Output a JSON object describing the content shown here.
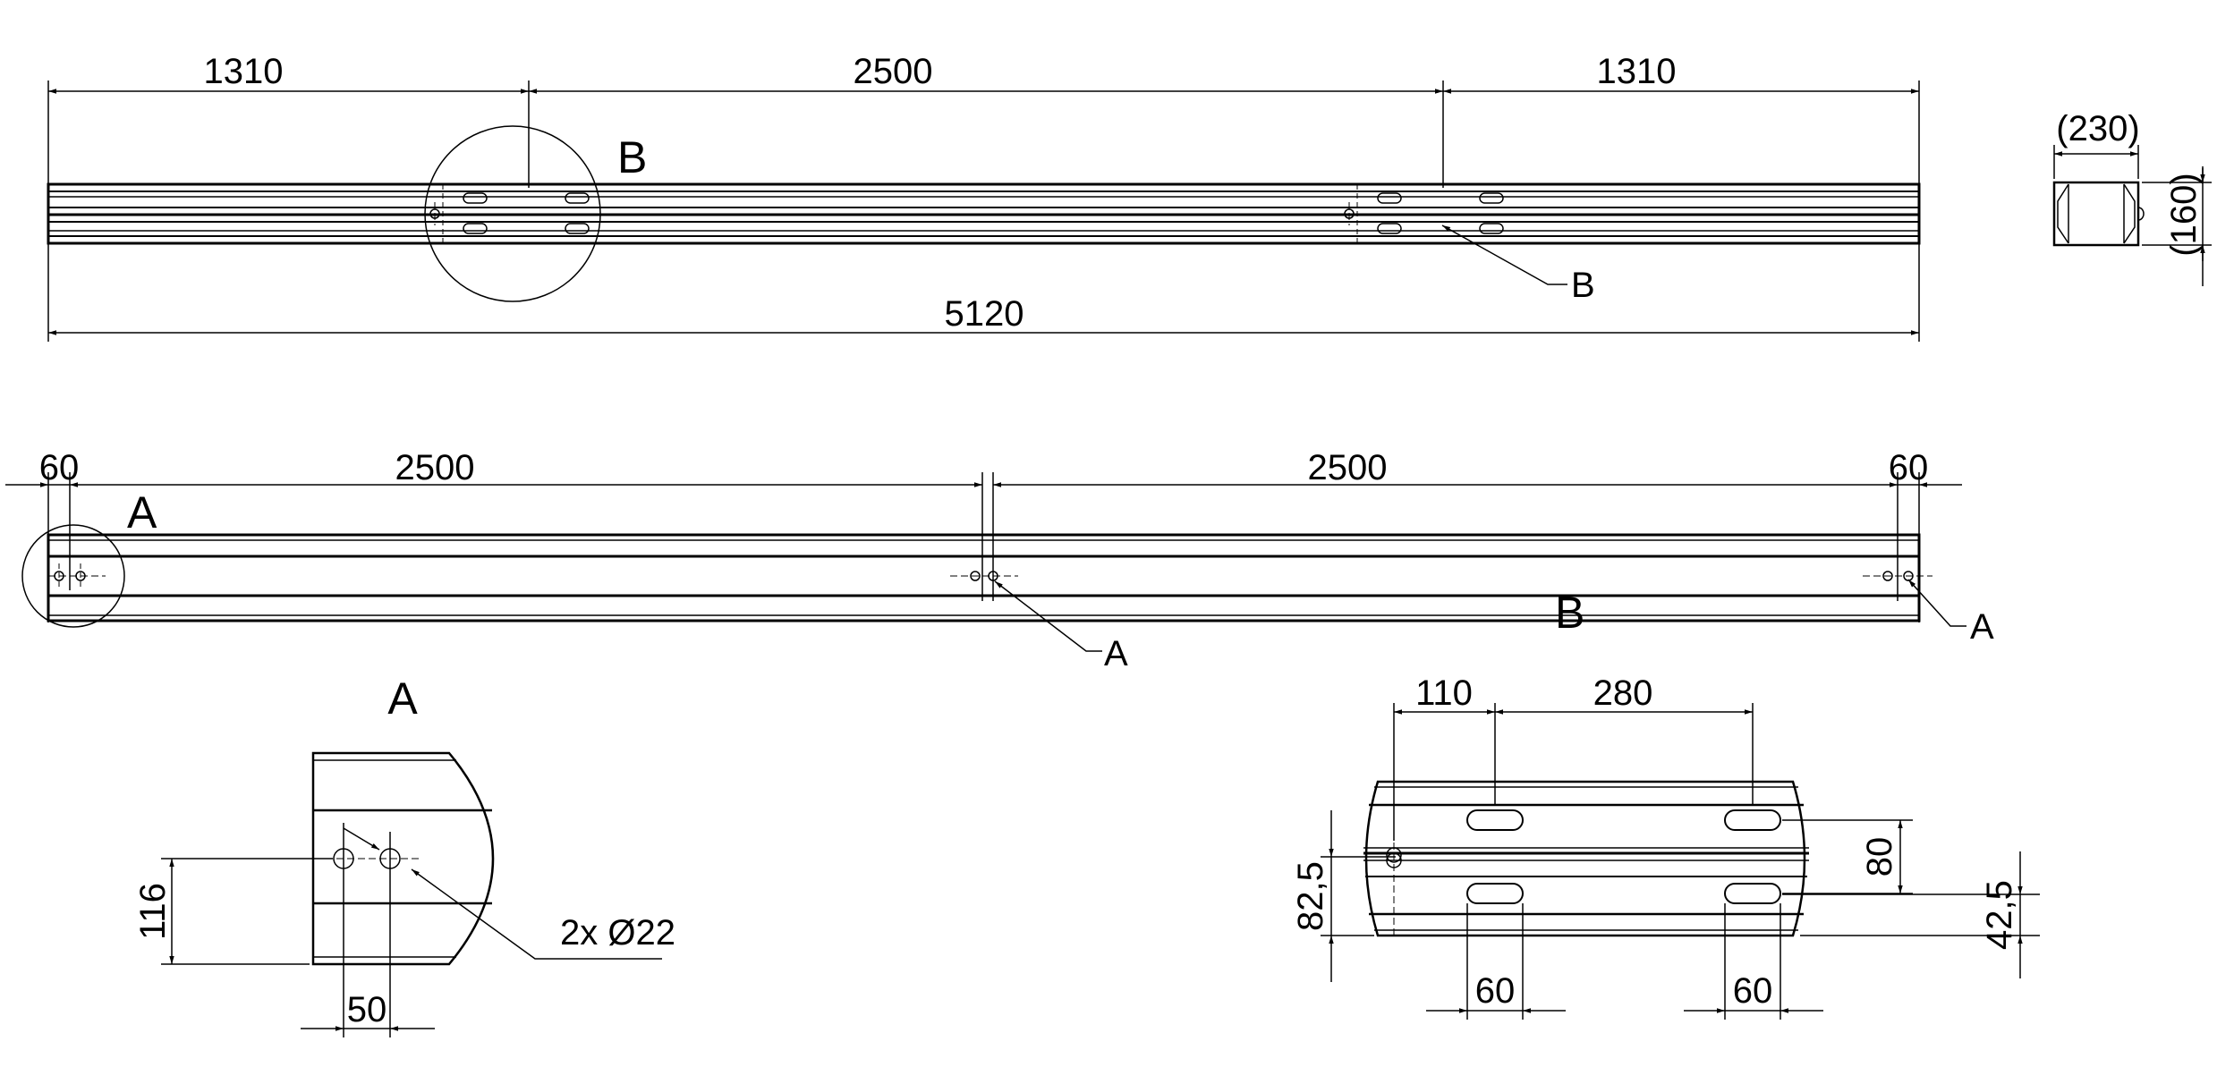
{
  "top_view": {
    "dim_left": "1310",
    "dim_middle": "2500",
    "dim_right": "1310",
    "dim_total": "5120",
    "detail_label": "B",
    "leader_label": "B"
  },
  "end_view": {
    "dim_width": "(230)",
    "dim_height": "(160)"
  },
  "side_view": {
    "dim_left_end": "60",
    "dim_span_left": "2500",
    "dim_span_right": "2500",
    "dim_right_end": "60",
    "detail_label": "A",
    "section_label": "B",
    "leader_label_middle": "A",
    "leader_label_right": "A"
  },
  "detail_a": {
    "title": "A",
    "dim_height": "116",
    "dim_spacing": "50",
    "hole_note": "2x Ø22"
  },
  "detail_b": {
    "dim_110": "110",
    "dim_280": "280",
    "dim_82_5": "82,5",
    "dim_80": "80",
    "dim_42_5": "42,5",
    "dim_slot_left": "60",
    "dim_slot_right": "60"
  },
  "colors": {
    "line": "#000000",
    "background": "#ffffff"
  }
}
